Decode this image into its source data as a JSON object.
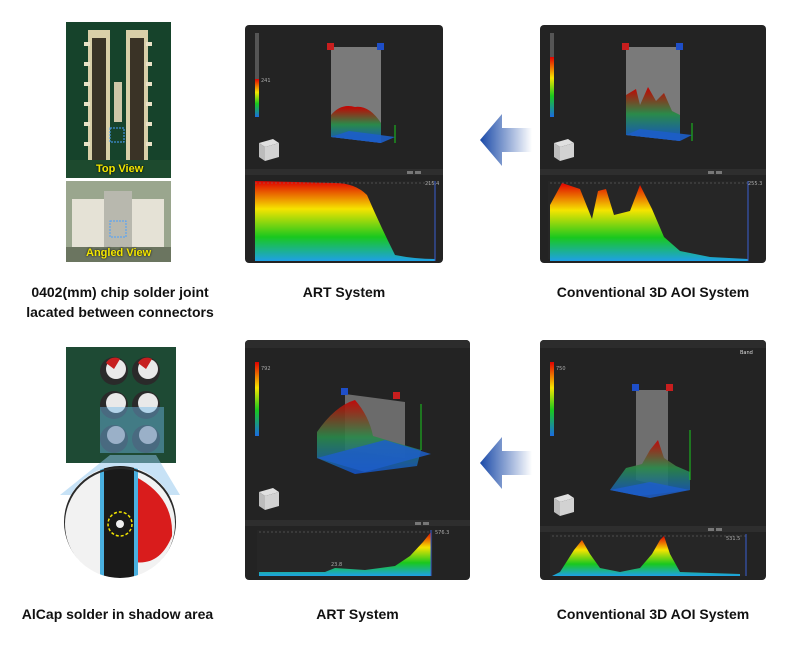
{
  "captions": {
    "row1_left": [
      "0402(mm) chip solder joint",
      "lacated between connectors"
    ],
    "row1_middle": "ART System",
    "row1_right": "Conventional 3D AOI System",
    "row2_left": "AlCap solder in shadow area",
    "row2_middle": "ART System",
    "row2_right": "Conventional 3D AOI System"
  },
  "photo_labels": {
    "top_view": "Top View",
    "angled_view": "Angled View"
  },
  "panels": {
    "p1_value": "215.4",
    "p2_value": "255.3",
    "p3_value": "576.3",
    "p3_min_value": "23.8",
    "p4_value": "531.5",
    "p1_scale_val": "241",
    "p3_scale_val": "792",
    "p4_scale_val": "750",
    "p4_band": "Band"
  }
}
